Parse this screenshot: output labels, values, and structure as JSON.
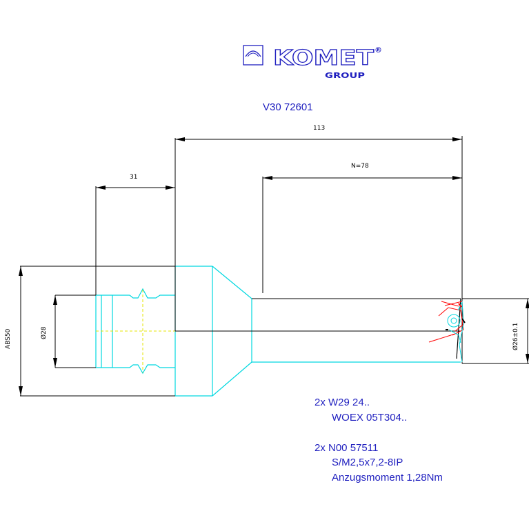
{
  "logo": {
    "brand": "KOMET",
    "sub": "GROUP",
    "mark": "®"
  },
  "part_number": "V30 72601",
  "dimensions": {
    "overall_length": "113",
    "shank_length": "31",
    "reach": "N=78",
    "shank_dia": "ABS50",
    "bore_dia": "Ø28",
    "cut_dia": "Ø26±0.1"
  },
  "notes": {
    "insert_qty": "2x W29 24..",
    "insert_type": "WOEX 05T304..",
    "screw_qty": "2x N00 57511",
    "screw_type": "S/M2,5x7,2-8IP",
    "torque": "Anzugsmoment 1,28Nm"
  },
  "colors": {
    "outline": "#00d8e0",
    "dimension": "#000000",
    "text": "#1f1fbf",
    "centerline": "#e6e600",
    "cutter": "#ff0000"
  }
}
